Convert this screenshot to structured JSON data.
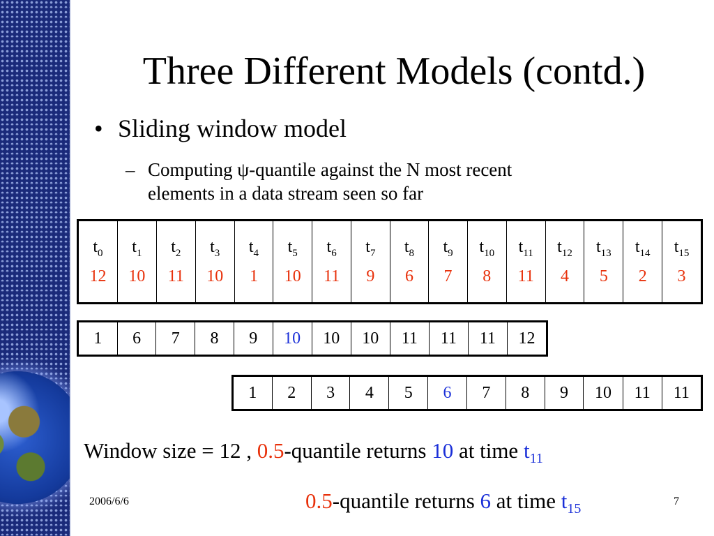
{
  "slide": {
    "title": "Three Different Models (contd.)",
    "bullet": "Sliding window model",
    "bullet_mark": "•",
    "sub_dash": "–",
    "sub_line1": "Computing ψ-quantile against the N most recent",
    "sub_line2": "elements in a data stream seen so far",
    "date": "2006/6/6",
    "page_number": "7"
  },
  "stream": {
    "time_prefix": "t",
    "items": [
      {
        "t": "0",
        "value": "12"
      },
      {
        "t": "1",
        "value": "10"
      },
      {
        "t": "2",
        "value": "11"
      },
      {
        "t": "3",
        "value": "10"
      },
      {
        "t": "4",
        "value": "1"
      },
      {
        "t": "5",
        "value": "10"
      },
      {
        "t": "6",
        "value": "11"
      },
      {
        "t": "7",
        "value": "9"
      },
      {
        "t": "8",
        "value": "6"
      },
      {
        "t": "9",
        "value": "7"
      },
      {
        "t": "10",
        "value": "8"
      },
      {
        "t": "11",
        "value": "11"
      },
      {
        "t": "12",
        "value": "4"
      },
      {
        "t": "13",
        "value": "5"
      },
      {
        "t": "14",
        "value": "2"
      },
      {
        "t": "15",
        "value": "3"
      }
    ]
  },
  "sorted_window_1": {
    "values": [
      "1",
      "6",
      "7",
      "8",
      "9",
      "10",
      "10",
      "10",
      "11",
      "11",
      "11",
      "12"
    ],
    "highlight_index": 5
  },
  "sorted_window_2": {
    "values": [
      "1",
      "2",
      "3",
      "4",
      "5",
      "6",
      "7",
      "8",
      "9",
      "10",
      "11",
      "11"
    ],
    "highlight_index": 5
  },
  "captions": {
    "line1": {
      "prefix": "Window size = 12 , ",
      "quantile": "0.5",
      "middle": "-quantile returns ",
      "result": "10",
      "suffix": " at time ",
      "time": "t",
      "time_sub": "11"
    },
    "line2": {
      "quantile": "0.5",
      "middle": "-quantile returns ",
      "result": "6",
      "suffix": " at time ",
      "time": "t",
      "time_sub": "15"
    }
  },
  "colors": {
    "value_red": "#e8300a",
    "highlight_blue": "#1a2fd8",
    "sidebar_blue": "#1a2a7a"
  }
}
